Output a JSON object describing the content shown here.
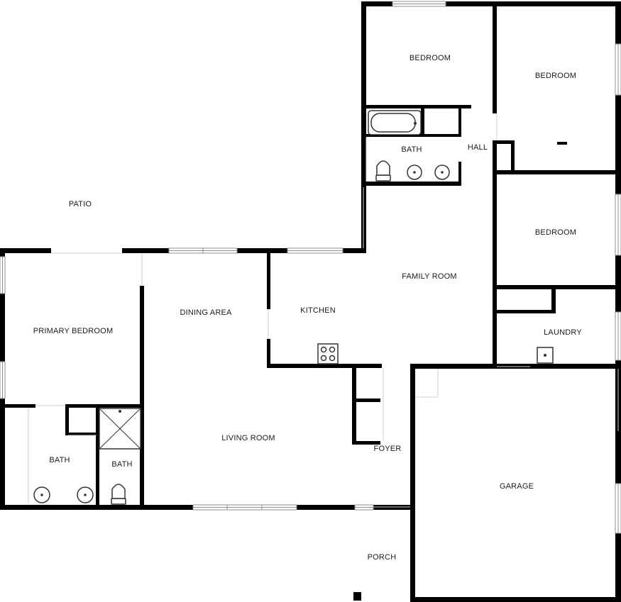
{
  "rooms": {
    "bedroom_1": "BEDROOM",
    "bedroom_2": "BEDROOM",
    "bedroom_3": "BEDROOM",
    "bath_hall": "BATH",
    "hall": "HALL",
    "patio": "PATIO",
    "family_room": "FAMILY ROOM",
    "dining_area": "DINING AREA",
    "kitchen": "KITCHEN",
    "primary_bedroom": "PRIMARY BEDROOM",
    "laundry": "LAUNDRY",
    "living_room": "LIVING ROOM",
    "foyer": "FOYER",
    "bath_primary_1": "BATH",
    "bath_primary_2": "BATH",
    "garage": "GARAGE",
    "porch": "PORCH"
  }
}
